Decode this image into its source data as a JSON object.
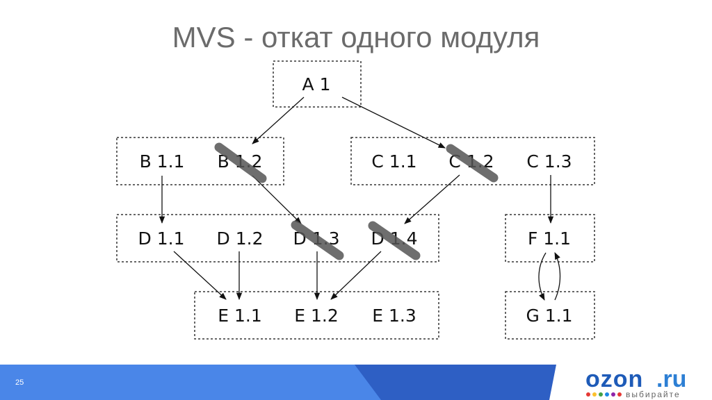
{
  "slide": {
    "title": "MVS - откат одного модуля",
    "page_number": "25"
  },
  "diagram": {
    "nodes": {
      "A1": "A 1",
      "B11": "B 1.1",
      "B12": "B 1.2",
      "C11": "C 1.1",
      "C12": "C 1.2",
      "C13": "C 1.3",
      "D11": "D 1.1",
      "D12": "D 1.2",
      "D13": "D 1.3",
      "D14": "D 1.4",
      "F11": "F 1.1",
      "E11": "E 1.1",
      "E12": "E 1.2",
      "E13": "E 1.3",
      "G11": "G 1.1"
    },
    "struck_out": [
      "B 1.2",
      "C 1.2",
      "D 1.3",
      "D 1.4"
    ]
  },
  "logo": {
    "brand": "ozon",
    "tld": ".ru",
    "tagline": "выбирайте",
    "colors": {
      "brand": "#1e5bb8",
      "tld": "#2d7fd4"
    }
  },
  "footer": {
    "colors": {
      "left": "#4a86e8",
      "right": "#2e5fc4"
    }
  }
}
